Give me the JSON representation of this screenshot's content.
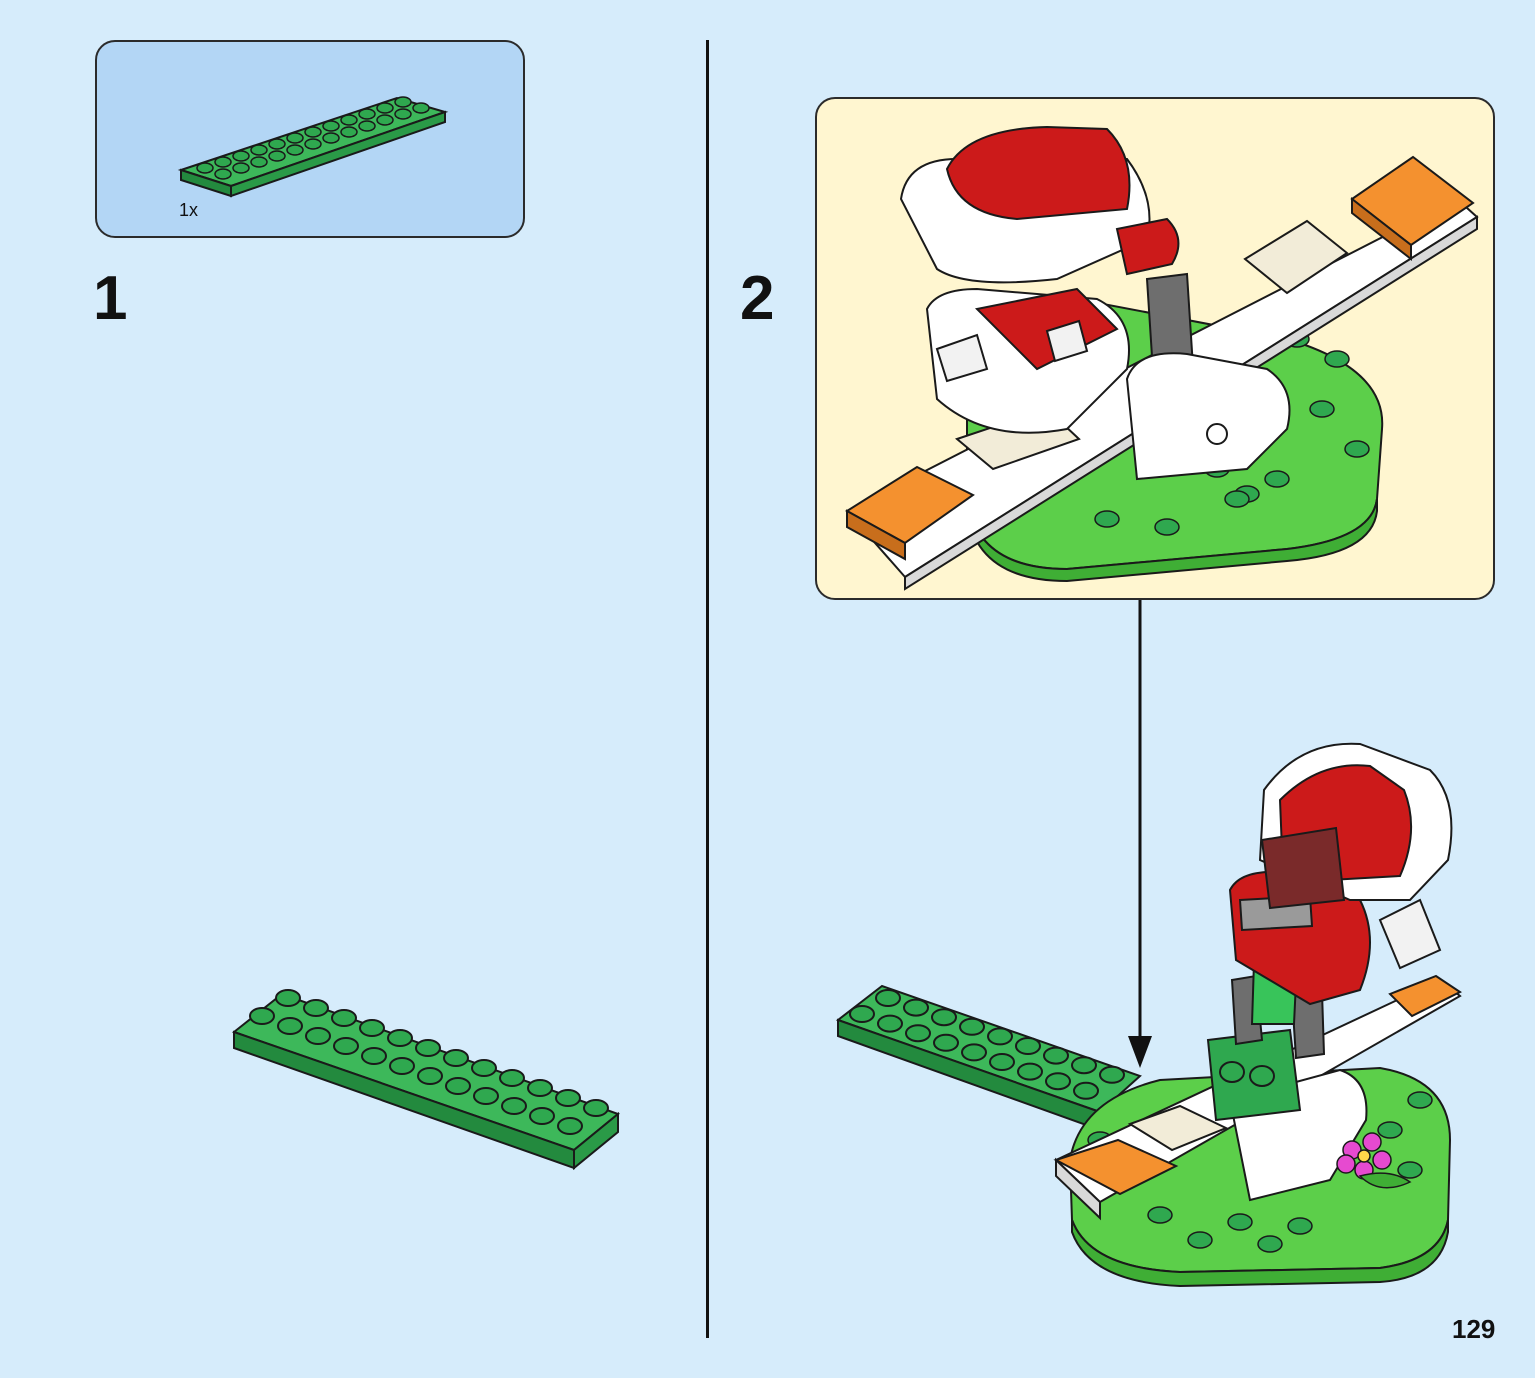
{
  "parts": {
    "quantity": "1x",
    "icon": "green-plate-2x12-icon"
  },
  "steps": [
    {
      "number": "1"
    },
    {
      "number": "2"
    }
  ],
  "page": {
    "number": "129"
  },
  "colors": {
    "background": "#d6ecfb",
    "parts_box": "#b3d6f5",
    "callout": "#fff6d0",
    "plate_green": "#2fa84f",
    "base_green": "#5ccf4a",
    "red": "#cc1a1a",
    "orange": "#f4912f",
    "white": "#ffffff",
    "gray": "#6e6e6e"
  }
}
